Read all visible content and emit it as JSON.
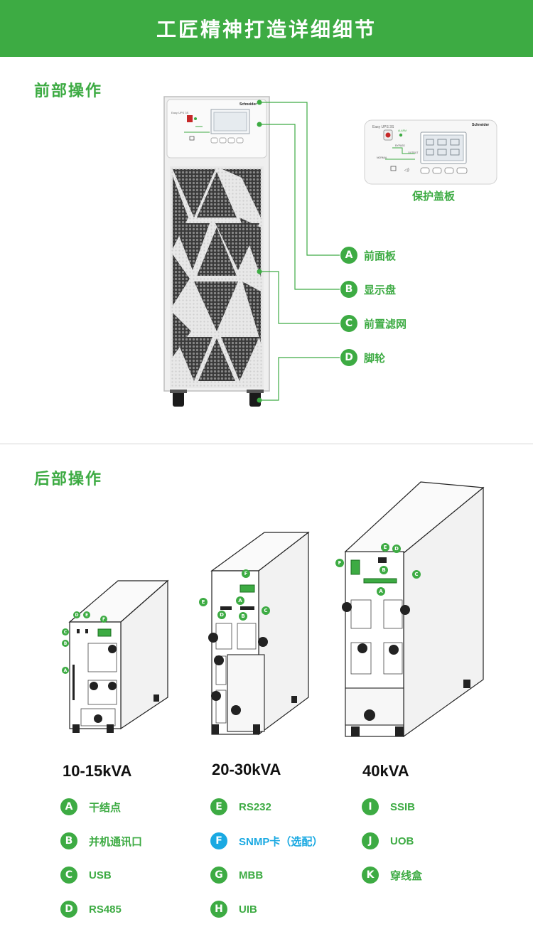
{
  "banner": {
    "title": "工匠精神打造详细细节"
  },
  "front": {
    "section_title": "前部操作",
    "labels": [
      {
        "letter": "A",
        "text": "前面板"
      },
      {
        "letter": "B",
        "text": "显示盘"
      },
      {
        "letter": "C",
        "text": "前置滤网"
      },
      {
        "letter": "D",
        "text": "脚轮"
      }
    ],
    "cover_caption": "保护盖板",
    "panel": {
      "model_text": "Easy UPS 3S",
      "brand": "Schneider",
      "alarm": "ALARM",
      "bypass": "BYPASS",
      "normal": "NORMAL",
      "output": "OUTPUT"
    }
  },
  "rear": {
    "section_title": "后部操作",
    "models": [
      "10-15kVA",
      "20-30kVA",
      "40kVA"
    ],
    "legend": [
      {
        "letter": "A",
        "text": "干结点",
        "highlight": false
      },
      {
        "letter": "B",
        "text": "并机通讯口",
        "highlight": false
      },
      {
        "letter": "C",
        "text": "USB",
        "highlight": false
      },
      {
        "letter": "D",
        "text": "RS485",
        "highlight": false
      },
      {
        "letter": "E",
        "text": "RS232",
        "highlight": false
      },
      {
        "letter": "F",
        "text": "SNMP卡（选配）",
        "highlight": true
      },
      {
        "letter": "G",
        "text": "MBB",
        "highlight": false
      },
      {
        "letter": "H",
        "text": "UIB",
        "highlight": false
      },
      {
        "letter": "I",
        "text": "SSIB",
        "highlight": false
      },
      {
        "letter": "J",
        "text": "UOB",
        "highlight": false
      },
      {
        "letter": "K",
        "text": "穿线盒",
        "highlight": false
      }
    ]
  },
  "colors": {
    "accent": "#3dab43",
    "highlight": "#1aa9e2"
  }
}
